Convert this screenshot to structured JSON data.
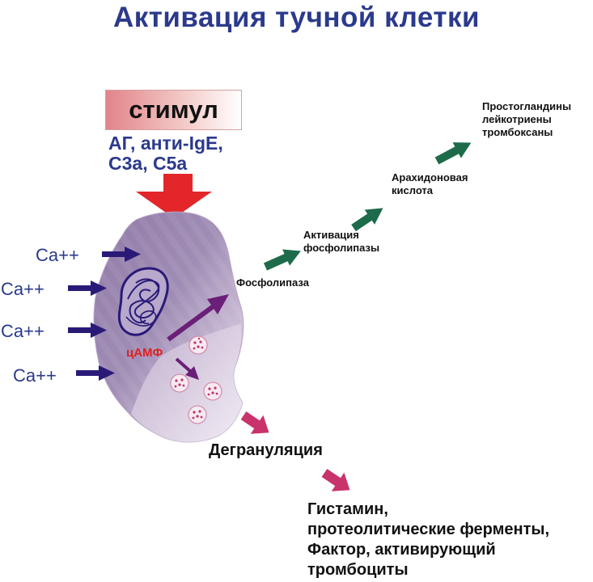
{
  "title": "Активация тучной клетки",
  "stimulus": {
    "label": "стимул",
    "line1": "АГ, анти-IgE,",
    "line2": "С3а, С5а"
  },
  "calcium_labels": [
    "Ca++",
    "Ca++",
    "Ca++",
    "Ca++"
  ],
  "camp_label": "цАМФ",
  "pathway": {
    "phospholipase": "Фосфолипаза",
    "activation_line1": "Активация",
    "activation_line2": "фосфолипазы",
    "arachidonic_line1": "Арахидоновая",
    "arachidonic_line2": "кислота",
    "products_line1": "Простогландины",
    "products_line2": "лейкотриены",
    "products_line3": "тромбоксаны"
  },
  "degranulation": "Дегрануляция",
  "result": {
    "line1": "Гистамин,",
    "line2": "протеолитические ферменты,",
    "line3": "Фактор, активирующий",
    "line4": "тромбоциты"
  },
  "colors": {
    "title": "#2b3a8c",
    "cell_dark": "#9b84ad",
    "cell_light": "#d9cde0",
    "arrow_red": "#e3262a",
    "arrow_navy": "#2a1a78",
    "arrow_green": "#1d6b4a",
    "arrow_pink": "#c8336b",
    "arrow_purple": "#6a1f78",
    "camp": "#e0201e"
  }
}
